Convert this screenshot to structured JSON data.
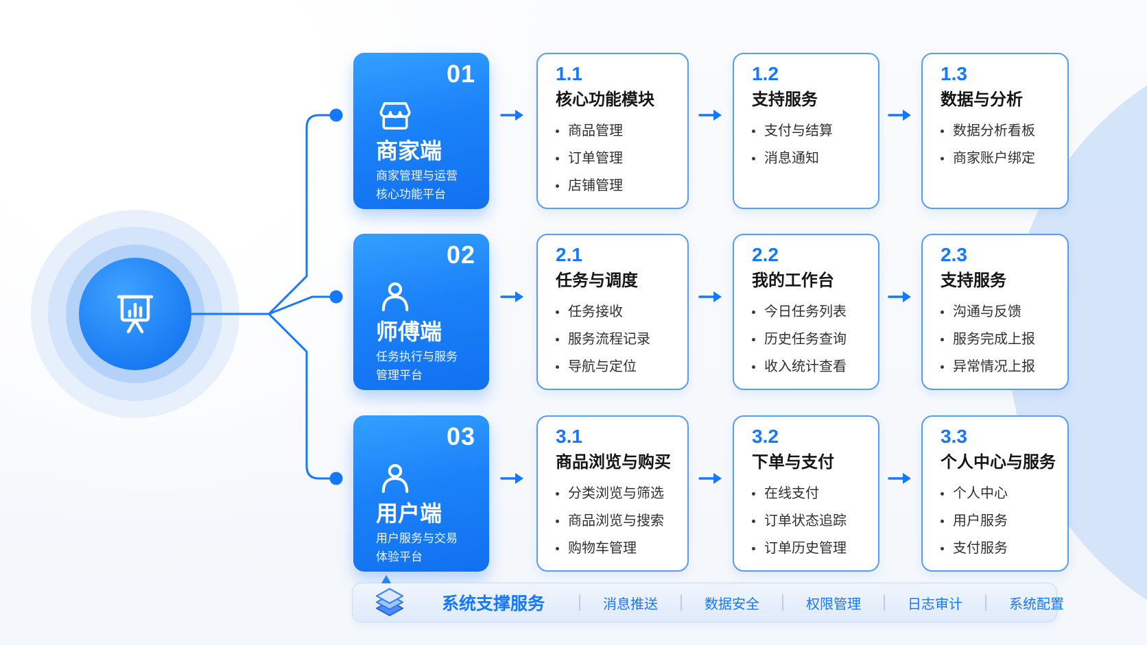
{
  "colors": {
    "accent": "#1677ff",
    "blue_card_top": "#33a0ff",
    "blue_card_bottom": "#1170ef",
    "white_card_border": "#569cf6",
    "background_circle": "#cfe0f8"
  },
  "hub": {
    "icon": "presentation-chart-icon"
  },
  "rows": [
    {
      "number": "01",
      "title": "商家端",
      "icon": "storefront-icon",
      "subtitle": [
        "商家管理与运营",
        "核心功能平台"
      ],
      "cards": [
        {
          "num": "1.1",
          "title": "核心功能模块",
          "items": [
            "商品管理",
            "订单管理",
            "店铺管理"
          ]
        },
        {
          "num": "1.2",
          "title": "支持服务",
          "items": [
            "支付与结算",
            "消息通知"
          ]
        },
        {
          "num": "1.3",
          "title": "数据与分析",
          "items": [
            "数据分析看板",
            "商家账户绑定"
          ]
        }
      ]
    },
    {
      "number": "02",
      "title": "师傅端",
      "icon": "user-icon",
      "subtitle": [
        "任务执行与服务",
        "管理平台"
      ],
      "cards": [
        {
          "num": "2.1",
          "title": "任务与调度",
          "items": [
            "任务接收",
            "服务流程记录",
            "导航与定位"
          ]
        },
        {
          "num": "2.2",
          "title": "我的工作台",
          "items": [
            "今日任务列表",
            "历史任务查询",
            "收入统计查看"
          ]
        },
        {
          "num": "2.3",
          "title": "支持服务",
          "items": [
            "沟通与反馈",
            "服务完成上报",
            "异常情况上报"
          ]
        }
      ]
    },
    {
      "number": "03",
      "title": "用户端",
      "icon": "user-icon",
      "subtitle": [
        "用户服务与交易",
        "体验平台"
      ],
      "cards": [
        {
          "num": "3.1",
          "title": "商品浏览与购买",
          "items": [
            "分类浏览与筛选",
            "商品浏览与搜索",
            "购物车管理"
          ]
        },
        {
          "num": "3.2",
          "title": "下单与支付",
          "items": [
            "在线支付",
            "订单状态追踪",
            "订单历史管理"
          ]
        },
        {
          "num": "3.3",
          "title": "个人中心与服务",
          "items": [
            "个人中心",
            "用户服务",
            "支付服务"
          ]
        }
      ]
    }
  ],
  "footer": {
    "icon": "layers-icon",
    "title": "系统支撑服务",
    "items": [
      "消息推送",
      "数据安全",
      "权限管理",
      "日志审计",
      "系统配置"
    ]
  }
}
